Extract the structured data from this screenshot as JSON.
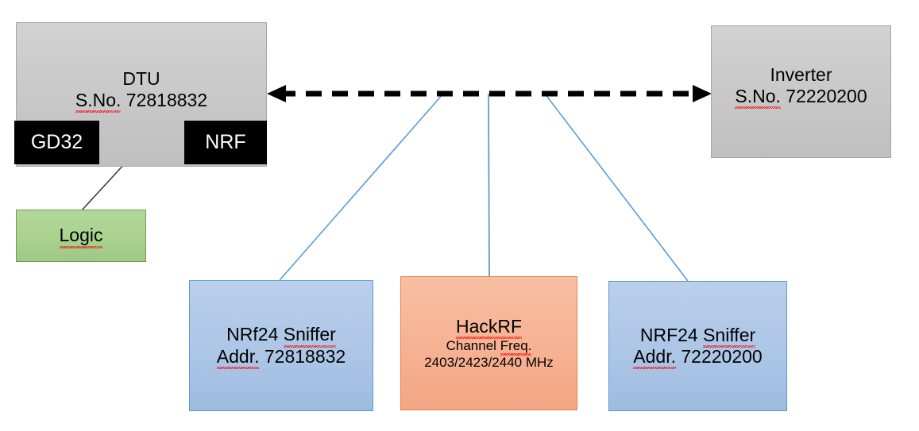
{
  "diagram": {
    "title": "HackRF / NRF24 sniffing setup block diagram",
    "colors": {
      "grey_block": "#c8c8c8",
      "black_chip": "#000000",
      "green_block": "#a9d18e",
      "blue_block": "#adc6e6",
      "orange_block": "#f6b293",
      "connector_blue": "#5b9bd5",
      "connector_black": "#404040",
      "spellcheck_red": "#ff0000"
    },
    "nodes": {
      "dtu": {
        "name": "DTU",
        "label_line1": "DTU",
        "label_line2_prefix": "S.No.",
        "label_line2_value": "72818832"
      },
      "gd32": {
        "label": "GD32"
      },
      "nrf": {
        "label": "NRF"
      },
      "logic": {
        "label": "Logic"
      },
      "inverter": {
        "name": "Inverter",
        "label_line1": "Inverter",
        "label_line2_prefix": "S.No.",
        "label_line2_value": "72220200"
      },
      "sniffer_left": {
        "label_line1_a": "NRf24",
        "label_line1_b": "Sniffer",
        "label_line2_prefix": "Addr.",
        "label_line2_value": "72818832"
      },
      "hackrf": {
        "label_line1": "HackRF",
        "label_line2_a": "Channel",
        "label_line2_b": "Freq.",
        "label_line3": "2403/2423/2440 MHz"
      },
      "sniffer_right": {
        "label_line1_a": "NRF24",
        "label_line1_b": "Sniffer",
        "label_line2_prefix": "Addr.",
        "label_line2_value": "72220200"
      }
    },
    "connectors": [
      {
        "id": "dtu-inverter-rf-link",
        "style": "dashed",
        "arrows": "both",
        "color": "#000000"
      },
      {
        "id": "gd32-nrf-link",
        "style": "solid",
        "arrows": "both",
        "color": "#000000"
      },
      {
        "id": "logic-to-gd32-nrf-link",
        "style": "solid",
        "arrows": "none",
        "color": "#404040"
      },
      {
        "id": "rf-link-to-sniffer-left",
        "style": "solid",
        "arrows": "none",
        "color": "#5b9bd5"
      },
      {
        "id": "rf-link-to-hackrf",
        "style": "solid",
        "arrows": "none",
        "color": "#5b9bd5"
      },
      {
        "id": "rf-link-to-sniffer-right",
        "style": "solid",
        "arrows": "none",
        "color": "#5b9bd5"
      }
    ]
  }
}
